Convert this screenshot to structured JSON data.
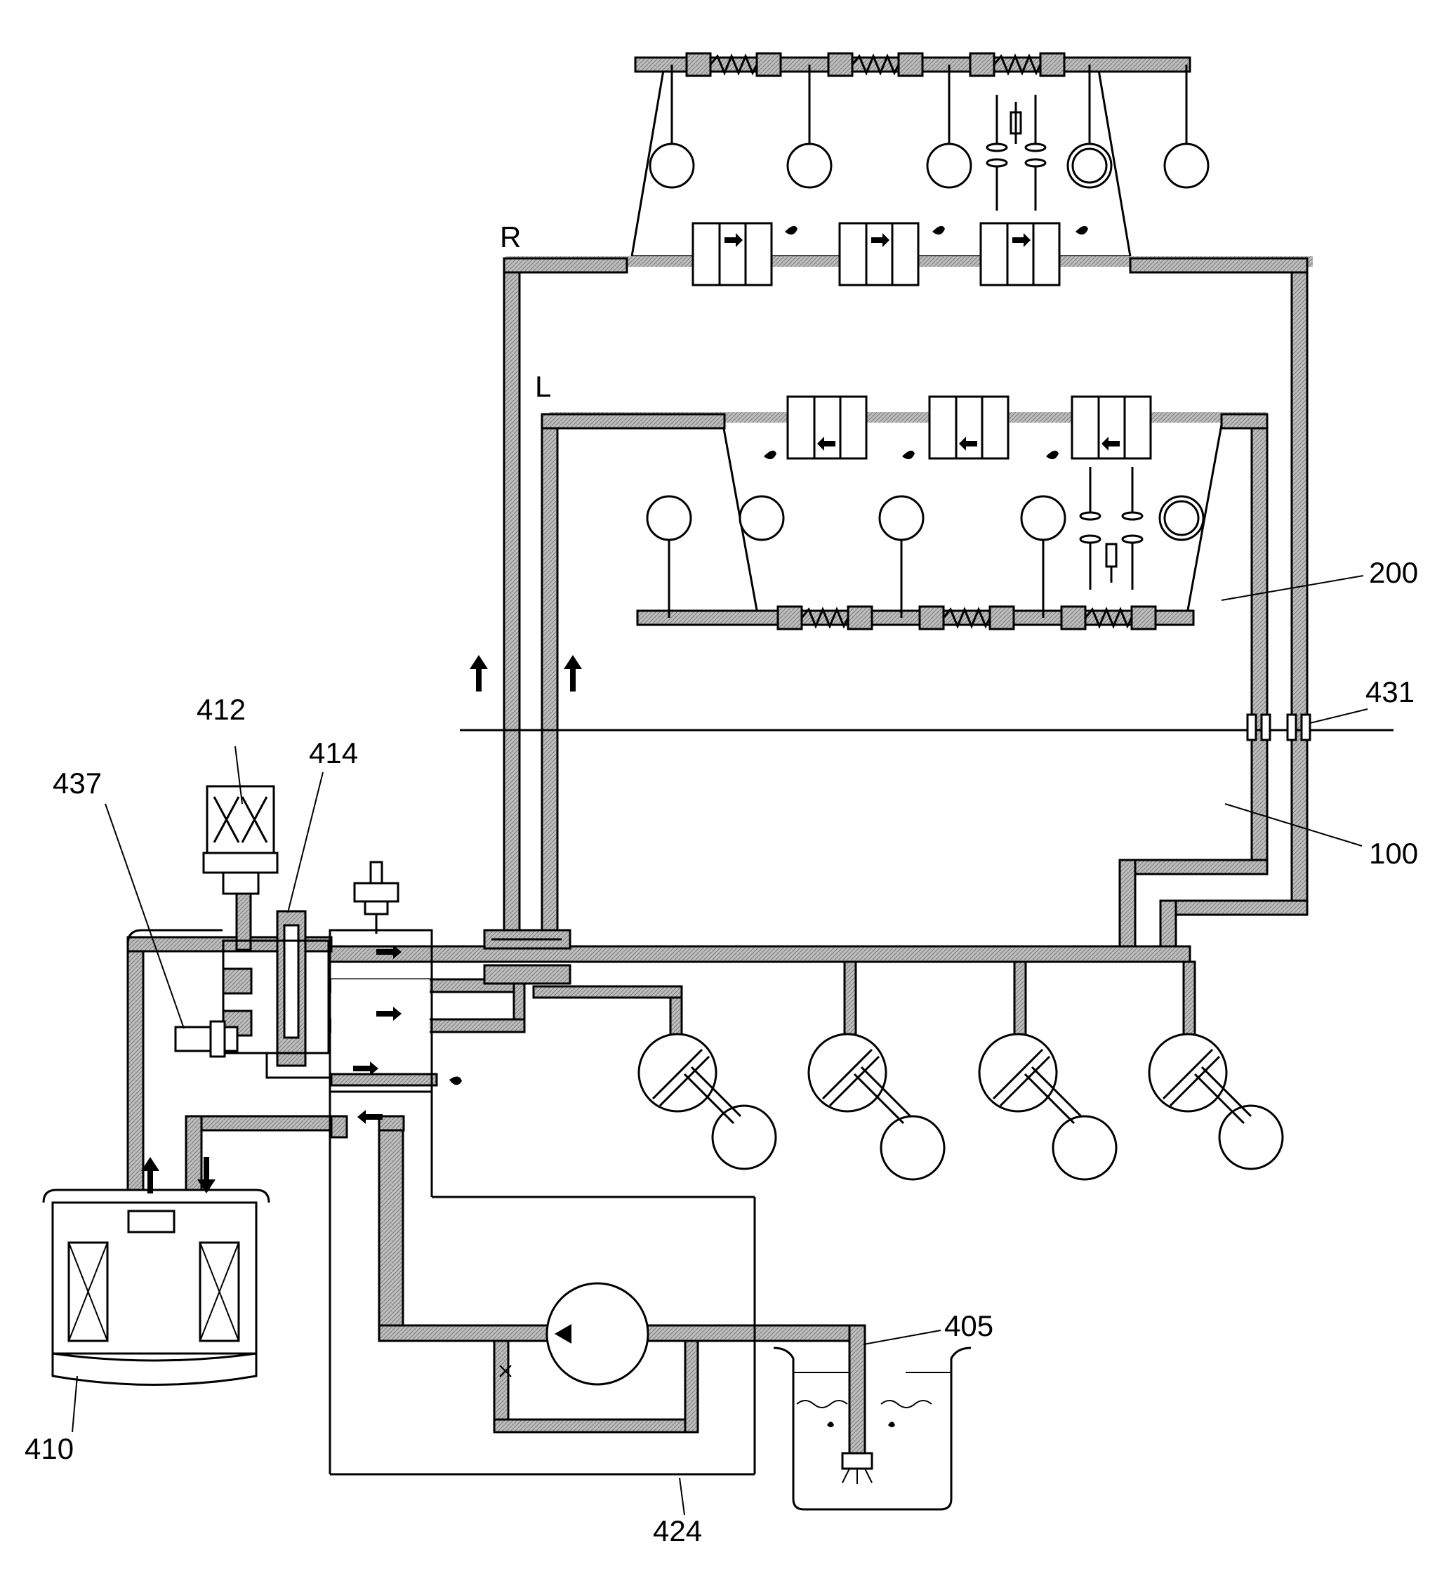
{
  "figure": {
    "callouts": [
      {
        "id": "412",
        "text": "412"
      },
      {
        "id": "414",
        "text": "414"
      },
      {
        "id": "437",
        "text": "437"
      },
      {
        "id": "410",
        "text": "410"
      },
      {
        "id": "424",
        "text": "424"
      },
      {
        "id": "405",
        "text": "405"
      },
      {
        "id": "200",
        "text": "200"
      },
      {
        "id": "100",
        "text": "100"
      },
      {
        "id": "431",
        "text": "431"
      }
    ],
    "bank_labels": {
      "right": "R",
      "left": "L"
    }
  }
}
